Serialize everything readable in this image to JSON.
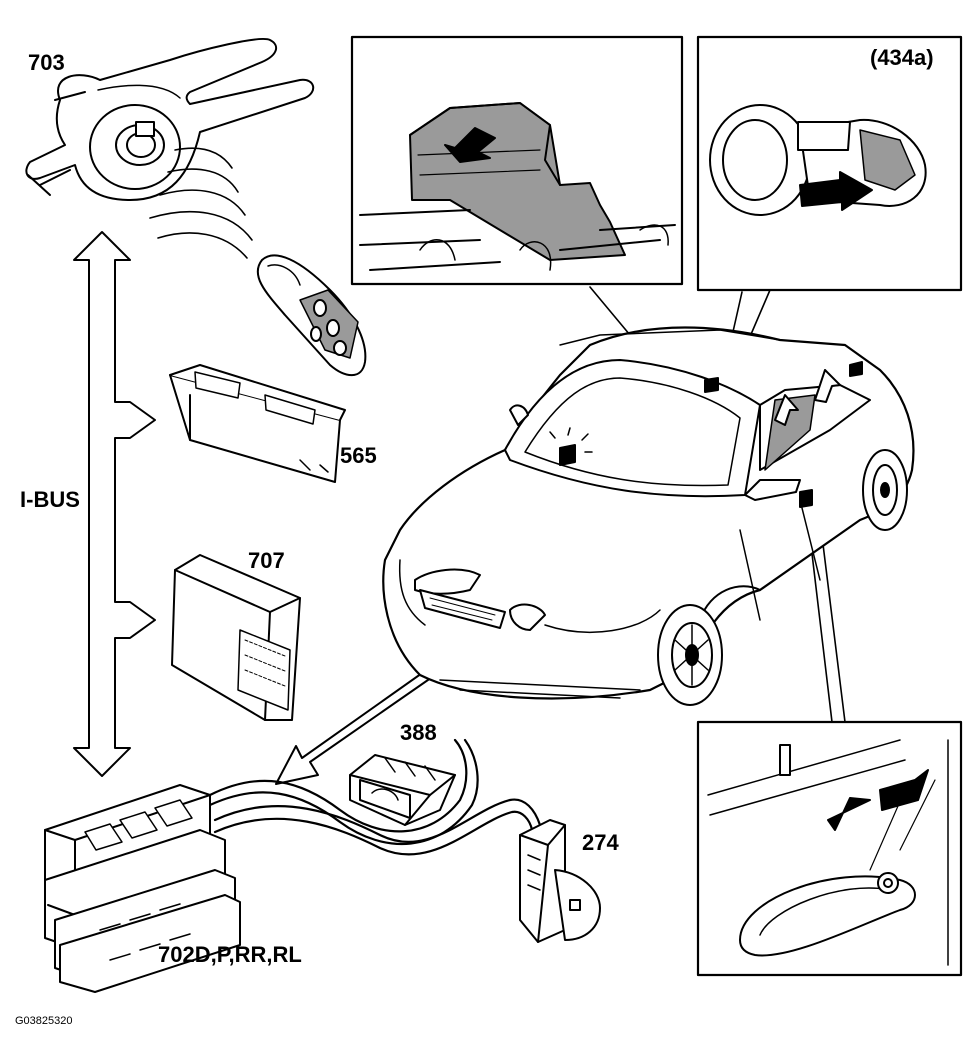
{
  "labels": {
    "l703": "703",
    "l565": "565",
    "l707": "707",
    "l388": "388",
    "l274": "274",
    "l702": "702D,P,RR,RL",
    "ibus": "I-BUS",
    "inset": "(434a)"
  },
  "figure_code": "G03825320",
  "colors": {
    "line": "#000000",
    "fill_gray": "#9a9a9a",
    "background": "#ffffff"
  },
  "icons": [
    "ignition-switch-icon",
    "remote-key-fob-icon",
    "control-module-icon",
    "lock-button-icon",
    "car-icon",
    "arrow-icon"
  ]
}
